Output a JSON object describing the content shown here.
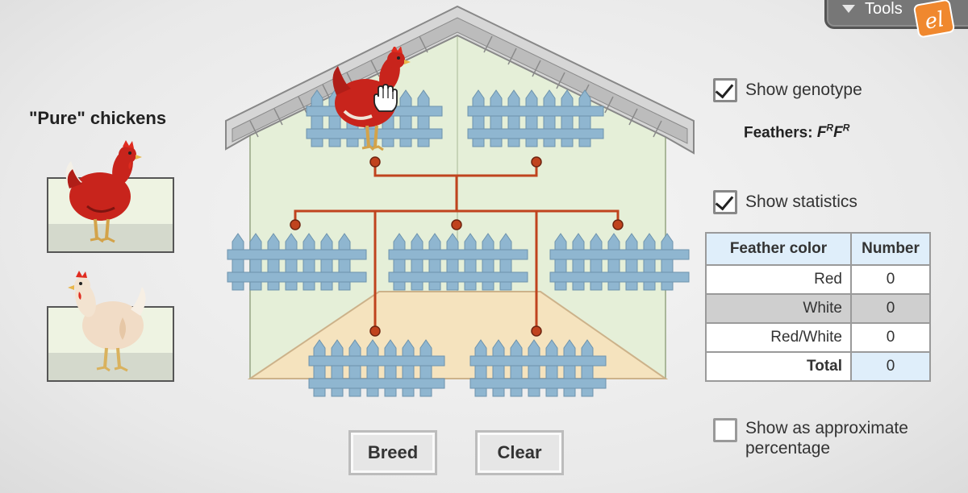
{
  "tools": {
    "label": "Tools",
    "logo_text": "el",
    "logo_color": "#f0882e"
  },
  "pure_chickens": {
    "title": "\"Pure\" chickens",
    "items": [
      "red-chicken",
      "white-chicken"
    ]
  },
  "genotype": {
    "checkbox_label": "Show genotype",
    "checked": true,
    "feathers_label": "Feathers:",
    "allele": "F",
    "superscript": "R"
  },
  "statistics": {
    "checkbox_label": "Show statistics",
    "checked": true,
    "headers": [
      "Feather color",
      "Number"
    ],
    "rows": [
      {
        "label": "Red",
        "value": "0"
      },
      {
        "label": "White",
        "value": "0"
      },
      {
        "label": "Red/White",
        "value": "0"
      },
      {
        "label": "Total",
        "value": "0"
      }
    ]
  },
  "percentage": {
    "checkbox_label": "Show as approximate percentage",
    "checked": false
  },
  "buttons": {
    "breed": "Breed",
    "clear": "Clear"
  },
  "colors": {
    "red_chicken": "#c8241c",
    "fence": "#8fb6d0",
    "pedigree_line": "#c0431e",
    "roof": "#9a9a9a",
    "house_wall": "#e5efd8",
    "floor": "#f5e3be"
  }
}
